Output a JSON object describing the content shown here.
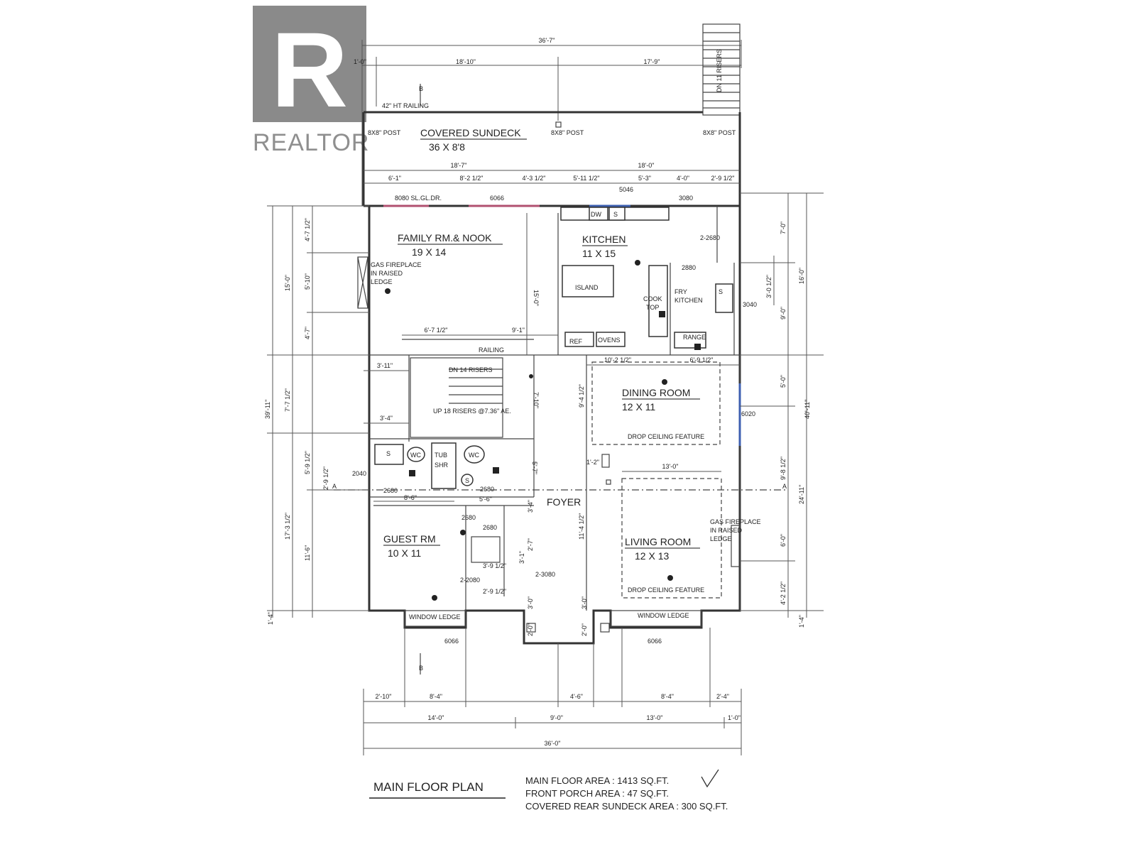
{
  "watermark": {
    "logo_letter": "R",
    "text": "REALTOR"
  },
  "rooms": {
    "sundeck": {
      "name": "COVERED SUNDECK",
      "size": "36 X 8'8"
    },
    "family": {
      "name": "FAMILY RM.& NOOK",
      "size": "19 X 14"
    },
    "kitchen": {
      "name": "KITCHEN",
      "size": "11 X 15"
    },
    "dining": {
      "name": "DINING ROOM",
      "size": "12 X 11"
    },
    "living": {
      "name": "LIVING ROOM",
      "size": "12 X 13"
    },
    "guest": {
      "name": "GUEST RM",
      "size": "10 X 11"
    },
    "foyer": {
      "name": "FOYER"
    },
    "fry": {
      "name_line1": "FRY",
      "name_line2": "KITCHEN"
    }
  },
  "labels": {
    "railing_top": "42\" HT RAILING",
    "post_left": "8X8\" POST",
    "post_mid": "8X8\" POST",
    "post_right": "8X8\" POST",
    "stair_risers_deck": "DN 11 RISERS",
    "door_8080": "8080 SL.GL.DR.",
    "door_6066_top": "6066",
    "door_5046": "5046",
    "door_3080": "3080",
    "door_2_2680": "2-2680",
    "door_2880": "2880",
    "door_3040": "3040",
    "dw": "DW",
    "sink_k": "S",
    "sink_fry": "S",
    "island": "ISLAND",
    "cook_top1": "COOK",
    "cook_top2": "TOP",
    "ref": "REF",
    "ovens": "OVENS",
    "range": "RANGE",
    "fireplace_l1": "GAS FIREPLACE",
    "fireplace_l2": "IN RAISED",
    "fireplace_l3": "LEDGE",
    "fireplace_r1": "GAS FIREPLACE",
    "fireplace_r2": "IN RAISED",
    "fireplace_r3": "LEDGE",
    "railing_mid": "RAILING",
    "dn_risers": "DN 14 RISERS",
    "up_risers": "UP 18 RISERS @7.36\" AE.",
    "drop_ceiling_dining": "DROP CEILING FEATURE",
    "drop_ceiling_living": "DROP CEILING FEATURE",
    "door_6020": "6020",
    "bath_s": "S",
    "wc1": "WC",
    "wc2": "WC",
    "tub": "TUB",
    "shr": "SHR",
    "bath_s2": "S",
    "door_2040": "2040",
    "door_2680_a": "2680",
    "door_2680_b": "2680",
    "door_2680_c": "2680",
    "door_2680_d": "2680",
    "door_2_2080": "2-2080",
    "door_2_3080": "2-3080",
    "window_ledge_l": "WINDOW LEDGE",
    "window_ledge_r": "WINDOW LEDGE",
    "door_6066_bl": "6066",
    "door_6066_br": "6066",
    "section_a": "A",
    "section_b": "B"
  },
  "dimensions": {
    "overall_top": "36'-7\"",
    "top_1_0": "1'-0\"",
    "top_18_10": "18'-10\"",
    "top_17_9": "17'-9\"",
    "deck_18_7": "18'-7\"",
    "deck_18_0": "18'-0\"",
    "row_6_1": "6'-1\"",
    "row_8_2": "8'-2 1/2\"",
    "row_4_3": "4'-3 1/2\"",
    "row_5_11": "5'-11 1/2\"",
    "row_5_3": "5'-3\"",
    "row_4_0": "4'-0\"",
    "row_2_9": "2'-9 1/2\"",
    "left_39_11": "39'-11\"",
    "left_15_0": "15'-0\"",
    "left_7_7": "7'-7 1/2\"",
    "left_17_3": "17'-3 1/2\"",
    "left_4_7a": "4'-7 1/2\"",
    "left_5_10": "5'-10\"",
    "left_4_7": "4'-7\"",
    "left_5_9": "5'-9 1/2\"",
    "left_2_9": "2'-9 1/2\"",
    "left_11_6": "11'-6\"",
    "left_1_4": "1'-4\"",
    "right_40_11": "40'-11\"",
    "right_16_0": "16'-0\"",
    "right_7_0": "7'-0\"",
    "right_9_0": "9'-0\"",
    "right_3_0": "3'-0 1/2\"",
    "right_24_11": "24'-11\"",
    "right_5_0": "5'-0\"",
    "right_9_8": "9'-8 1/2\"",
    "right_6_0": "6'-0\"",
    "right_4_2": "4'-2 1/2\"",
    "right_1_4": "1'-4\"",
    "int_15_0": "15'-0\"",
    "int_6_7": "6'-7 1/2\"",
    "int_9_1": "9'-1\"",
    "int_3_11": "3'-11\"",
    "int_3_4": "3'-4\"",
    "int_7_10": "7'-10\"",
    "int_5_7": "5'-7\"",
    "int_10_2": "10'-2 1/2\"",
    "int_6_9": "6'-9 1/2\"",
    "int_9_4": "9'-4 1/2\"",
    "int_13_0": "13'-0\"",
    "int_8_6": "8'-6\"",
    "int_5_6": "5'-6\"",
    "int_3_4b": "3'-4\"",
    "int_11_4": "11'-4 1/2\"",
    "int_2_7": "2'-7\"",
    "int_3_9": "3'-9 1/2\"",
    "int_2_9": "2'-9 1/2\"",
    "int_3_1": "3'-1\"",
    "int_3_0a": "3'-0\"",
    "int_3_0b": "3'-0\"",
    "int_2_0a": "2'-0\"",
    "int_2_0b": "2'-0\"",
    "int_1_2": "1'-2\"",
    "bot_2_10": "2'-10\"",
    "bot_8_4a": "8'-4\"",
    "bot_4_6": "4'-6\"",
    "bot_8_4b": "8'-4\"",
    "bot_2_4": "2'-4\"",
    "bot_14_0": "14'-0\"",
    "bot_9_0": "9'-0\"",
    "bot_13_0": "13'-0\"",
    "bot_1_0": "1'-0\"",
    "overall_bottom": "36'-0\""
  },
  "title_block": {
    "title": "MAIN FLOOR PLAN",
    "area1": "MAIN FLOOR AREA : 1413 SQ.FT.",
    "area2": "FRONT PORCH AREA : 47 SQ.FT.",
    "area3": "COVERED REAR SUNDECK AREA : 300 SQ.FT."
  }
}
